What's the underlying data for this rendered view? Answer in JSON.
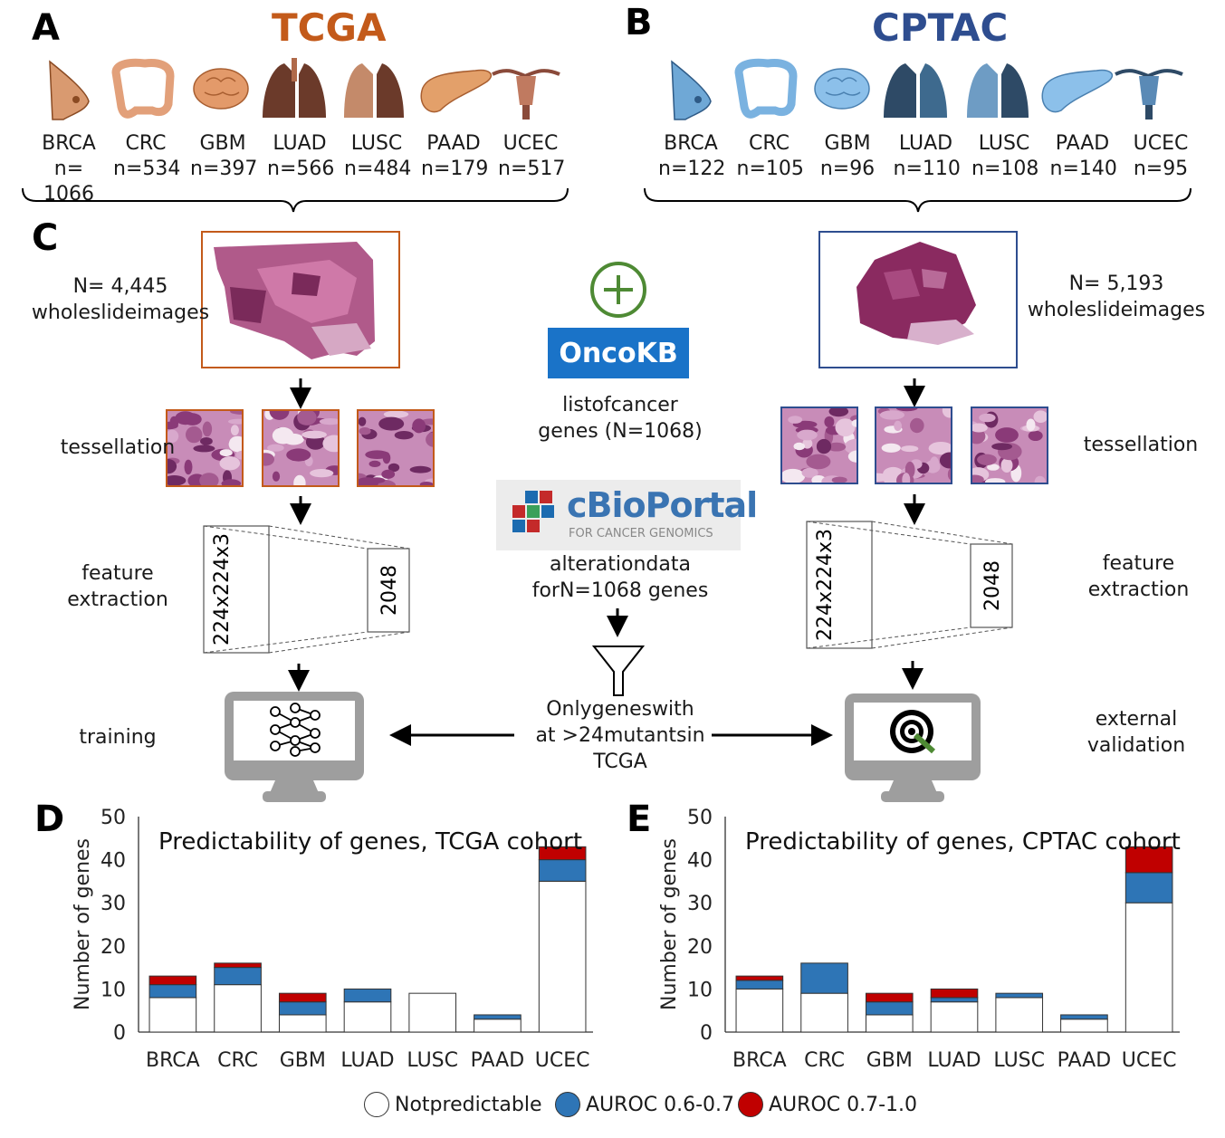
{
  "panels": {
    "a": "A",
    "b": "B",
    "c": "C",
    "d": "D",
    "e": "E"
  },
  "tcga": {
    "title": "TCGA",
    "color": "#c35a1a",
    "organs": [
      {
        "name": "BRCA",
        "n": "n= 1066"
      },
      {
        "name": "CRC",
        "n": "n=534"
      },
      {
        "name": "GBM",
        "n": "n=397"
      },
      {
        "name": "LUAD",
        "n": "n=566"
      },
      {
        "name": "LUSC",
        "n": "n=484"
      },
      {
        "name": "PAAD",
        "n": "n=179"
      },
      {
        "name": "UCEC",
        "n": "n=517"
      }
    ],
    "wsi_count": "N= 4,445",
    "wsi_label": "wholeslideimages",
    "steps": {
      "tessellation": "tessellation",
      "feature_line1": "feature",
      "feature_line2": "extraction",
      "training": "training"
    },
    "feature_in": "224x224x3",
    "feature_out": "2048"
  },
  "cptac": {
    "title": "CPTAC",
    "color": "#2e4d8f",
    "organs": [
      {
        "name": "BRCA",
        "n": "n=122"
      },
      {
        "name": "CRC",
        "n": "n=105"
      },
      {
        "name": "GBM",
        "n": "n=96"
      },
      {
        "name": "LUAD",
        "n": "n=110"
      },
      {
        "name": "LUSC",
        "n": "n=108"
      },
      {
        "name": "PAAD",
        "n": "n=140"
      },
      {
        "name": "UCEC",
        "n": "n=95"
      }
    ],
    "wsi_count": "N= 5,193",
    "wsi_label": "wholeslideimages",
    "steps": {
      "tessellation": "tessellation",
      "feature_line1": "feature",
      "feature_line2": "extraction",
      "validation_line1": "external",
      "validation_line2": "validation"
    },
    "feature_in": "224x224x3",
    "feature_out": "2048"
  },
  "center": {
    "oncokb_logo": "OncoKB",
    "oncokb_line1": "listofcancer",
    "oncokb_line2": "genes (N=1068)",
    "cbio_logo_main": "cBioPortal",
    "cbio_logo_sub": "FOR CANCER GENOMICS",
    "alter_line1": "alterationdata",
    "alter_line2": "forN=1068 genes",
    "filter_line1": "Onlygeneswith",
    "filter_line2": "at >24mutantsin",
    "filter_line3": "TCGA"
  },
  "legend": {
    "items": [
      {
        "label": "Notpredictable",
        "color": "#ffffff"
      },
      {
        "label": "AUROC 0.6-0.7",
        "color": "#2e75b6"
      },
      {
        "label": "AUROC 0.7-1.0",
        "color": "#c00000"
      }
    ]
  },
  "chart_data": [
    {
      "type": "bar",
      "stacked": true,
      "title": "Predictability of genes, TCGA cohort",
      "ylabel": "Number of genes",
      "xlabel": "",
      "ylim": [
        0,
        50
      ],
      "yticks": [
        0,
        10,
        20,
        30,
        40,
        50
      ],
      "categories": [
        "BRCA",
        "CRC",
        "GBM",
        "LUAD",
        "LUSC",
        "PAAD",
        "UCEC"
      ],
      "series": [
        {
          "name": "Notpredictable",
          "color": "#ffffff",
          "values": [
            8,
            11,
            4,
            7,
            9,
            3,
            35
          ]
        },
        {
          "name": "AUROC 0.6-0.7",
          "color": "#2e75b6",
          "values": [
            3,
            4,
            3,
            3,
            0,
            1,
            5
          ]
        },
        {
          "name": "AUROC 0.7-1.0",
          "color": "#c00000",
          "values": [
            2,
            1,
            2,
            0,
            0,
            0,
            3
          ]
        }
      ]
    },
    {
      "type": "bar",
      "stacked": true,
      "title": "Predictability of genes, CPTAC cohort",
      "ylabel": "Number of genes",
      "xlabel": "",
      "ylim": [
        0,
        50
      ],
      "yticks": [
        0,
        10,
        20,
        30,
        40,
        50
      ],
      "categories": [
        "BRCA",
        "CRC",
        "GBM",
        "LUAD",
        "LUSC",
        "PAAD",
        "UCEC"
      ],
      "series": [
        {
          "name": "Notpredictable",
          "color": "#ffffff",
          "values": [
            10,
            9,
            4,
            7,
            8,
            3,
            30
          ]
        },
        {
          "name": "AUROC 0.6-0.7",
          "color": "#2e75b6",
          "values": [
            2,
            7,
            3,
            1,
            1,
            1,
            7
          ]
        },
        {
          "name": "AUROC 0.7-1.0",
          "color": "#c00000",
          "values": [
            1,
            0,
            2,
            2,
            0,
            0,
            6
          ]
        }
      ]
    }
  ]
}
